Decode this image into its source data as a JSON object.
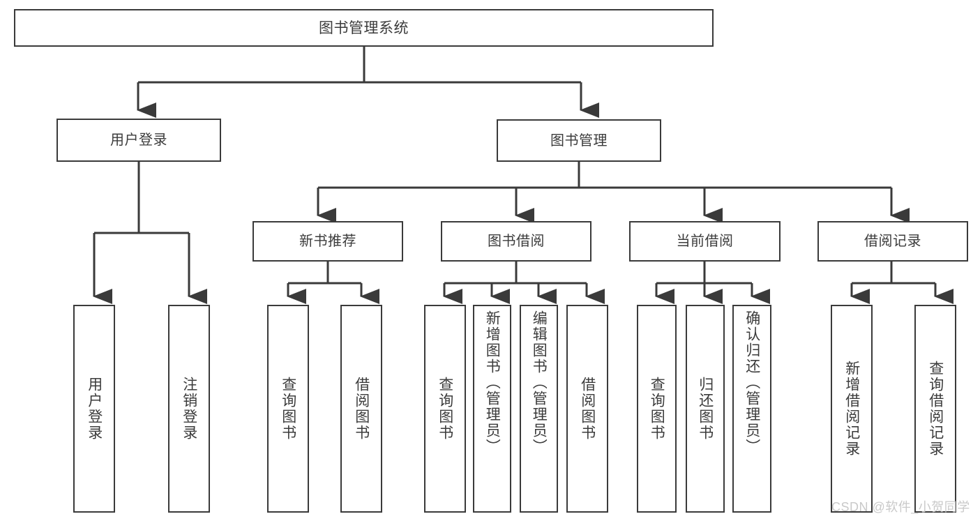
{
  "diagram": {
    "type": "tree-hierarchy",
    "title": "图书管理系统",
    "orientation": "top-down",
    "colors": {
      "box_border": "#3a3a3a",
      "box_fill": "#ffffff",
      "connector": "#3a3a3a",
      "text": "#3b3b3b",
      "background": "#ffffff",
      "watermark": "#c9c9c9"
    },
    "nodes": {
      "root": {
        "label": "图书管理系统"
      },
      "level1": [
        {
          "label": "用户登录"
        },
        {
          "label": "图书管理"
        }
      ],
      "level2": [
        {
          "label": "新书推荐"
        },
        {
          "label": "图书借阅"
        },
        {
          "label": "当前借阅"
        },
        {
          "label": "借阅记录"
        }
      ],
      "leaves": {
        "user_login": [
          {
            "label": "用户登录"
          },
          {
            "label": "注销登录"
          }
        ],
        "new_book_recommend": [
          {
            "label": "查询图书"
          },
          {
            "label": "借阅图书"
          }
        ],
        "book_borrow": [
          {
            "label": "查询图书"
          },
          {
            "label": "新增图书（管理员）"
          },
          {
            "label": "编辑图书（管理员）"
          },
          {
            "label": "借阅图书"
          }
        ],
        "current_borrow": [
          {
            "label": "查询图书"
          },
          {
            "label": "归还图书"
          },
          {
            "label": "确认归还（管理员）"
          }
        ],
        "borrow_record": [
          {
            "label": "新增借阅记录"
          },
          {
            "label": "查询借阅记录"
          }
        ]
      }
    },
    "watermark": "CSDN @软件_小贺同学"
  }
}
